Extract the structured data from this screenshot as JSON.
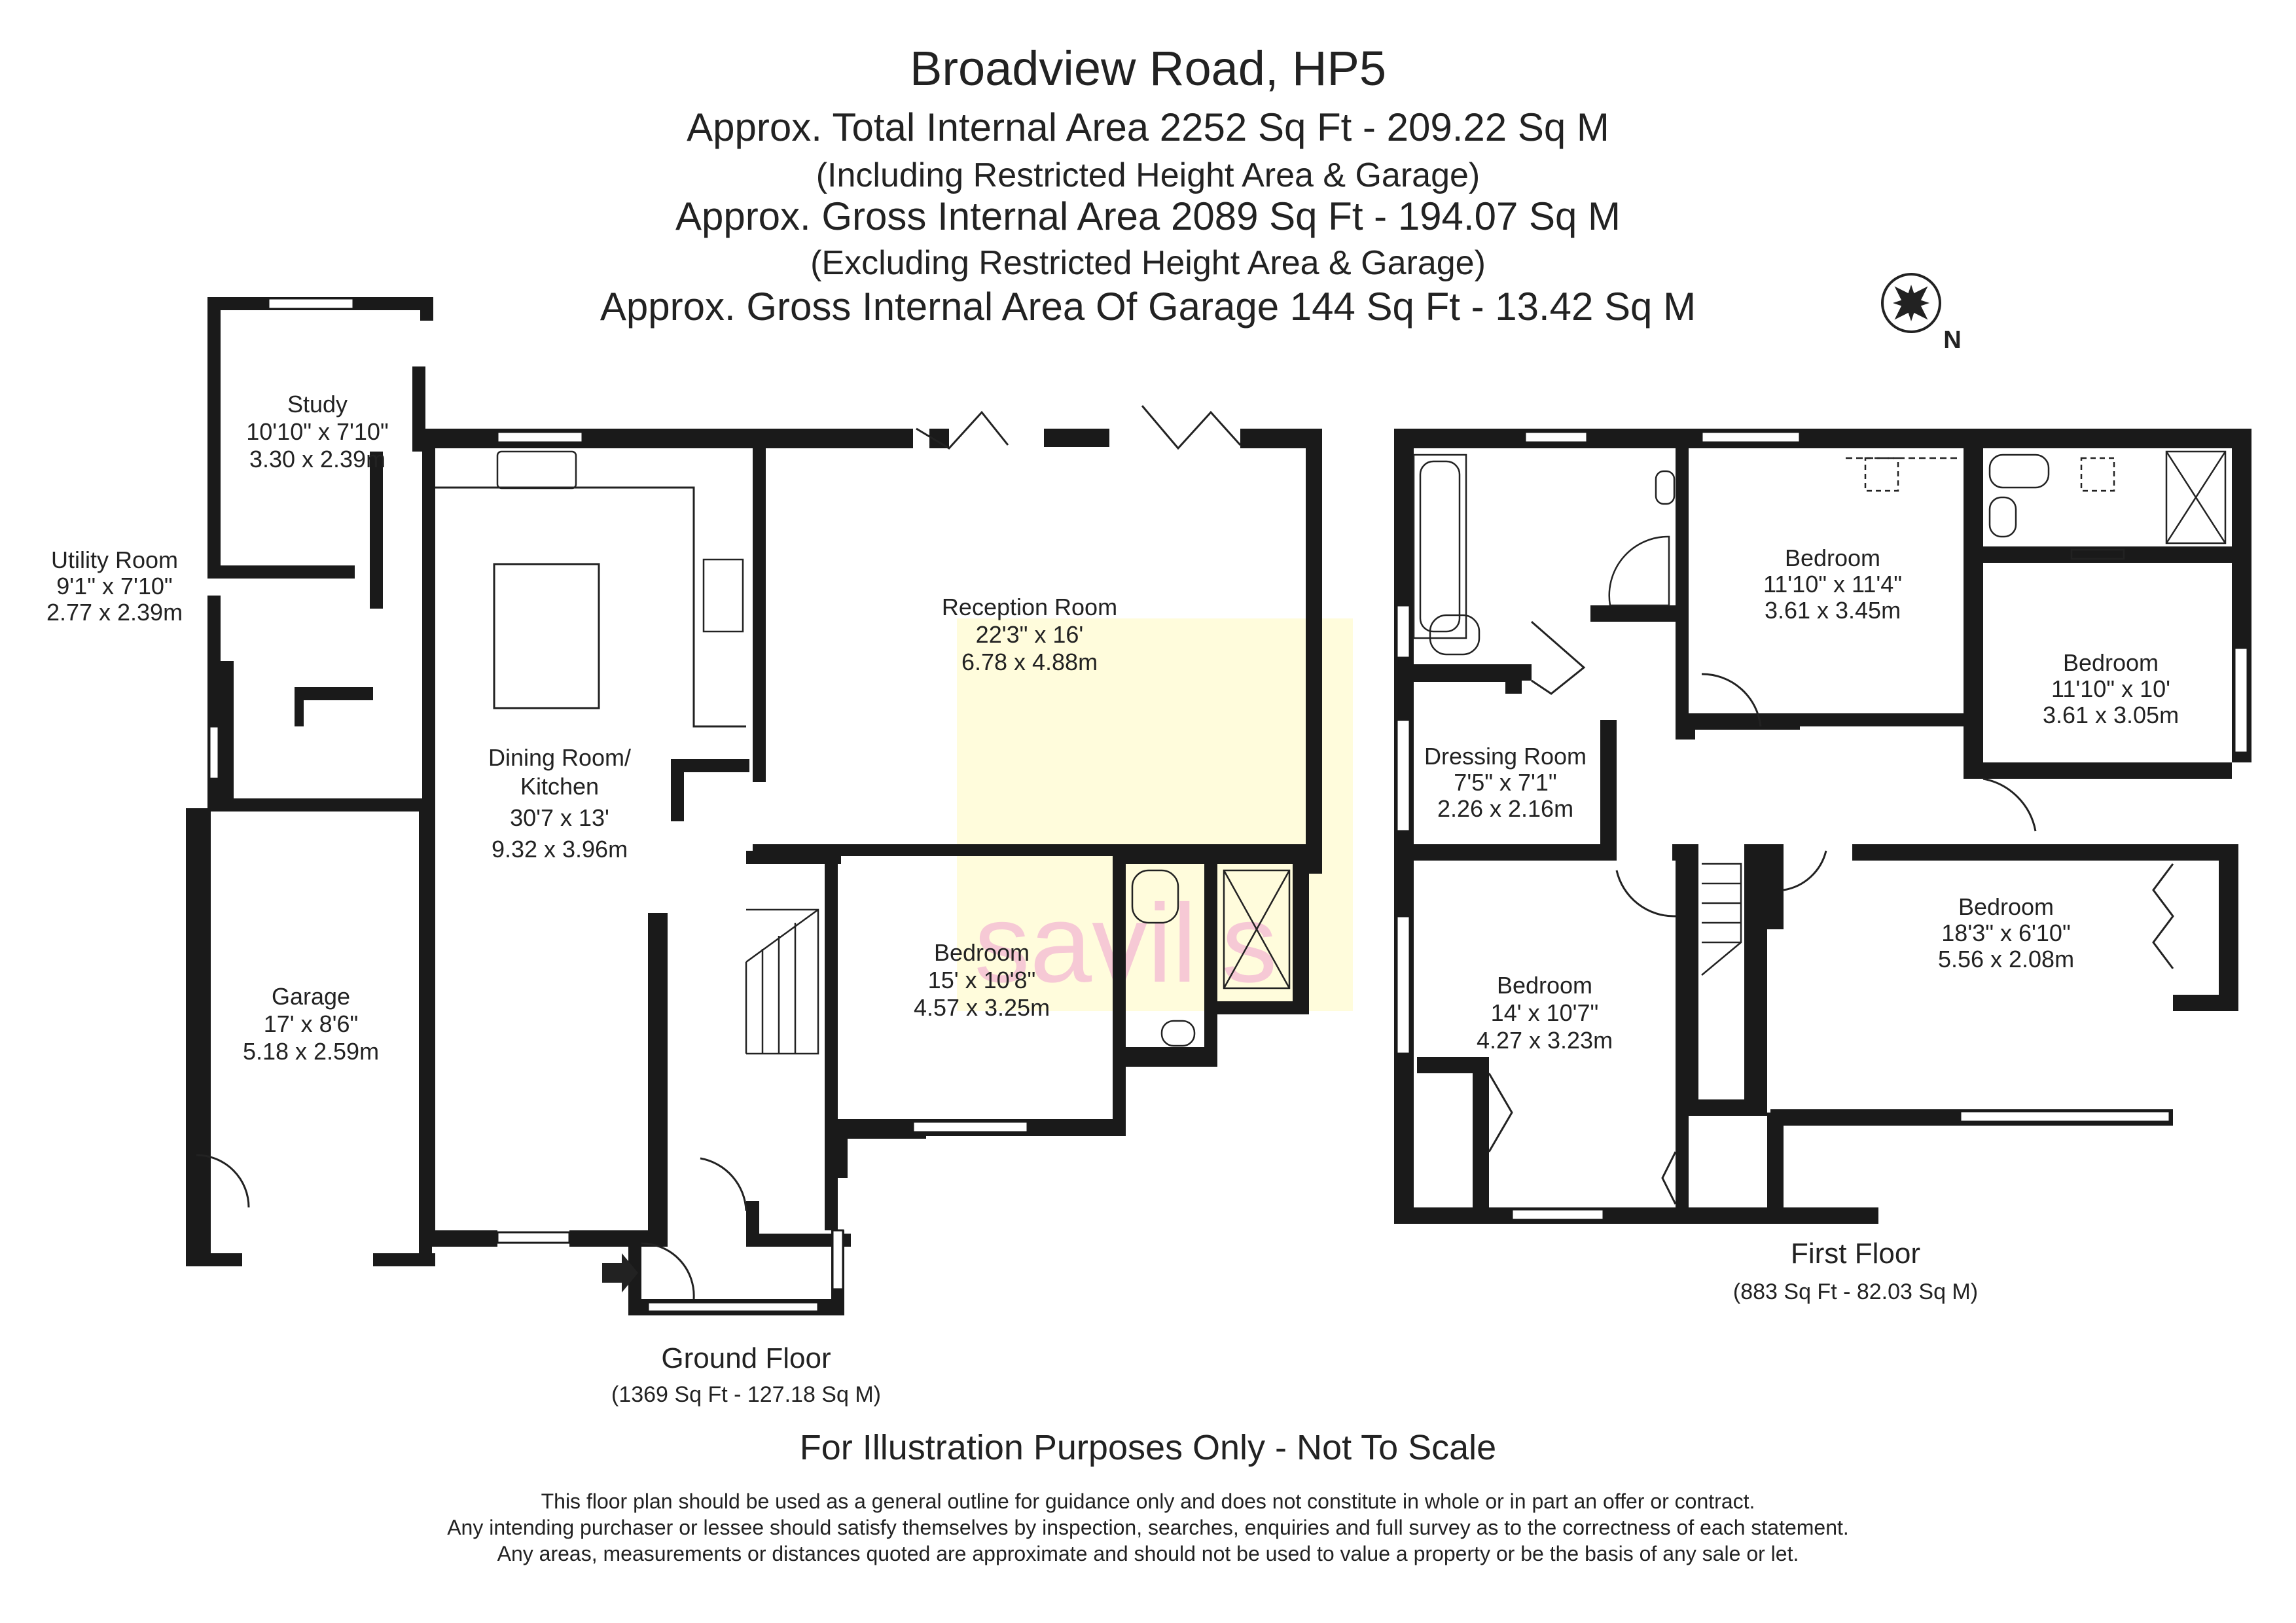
{
  "header": {
    "title": "Broadview Road, HP5",
    "line1": "Approx. Total Internal Area   2252 Sq Ft  -  209.22 Sq M",
    "line2": "(Including Restricted Height Area & Garage)",
    "line3": "Approx. Gross Internal Area   2089 Sq Ft  -  194.07 Sq M",
    "line4": "(Excluding Restricted Height Area & Garage)",
    "line5": "Approx. Gross Internal Area Of Garage   144 Sq Ft  -  13.42 Sq M"
  },
  "compass": {
    "label": "N"
  },
  "watermark": "savills",
  "ground_floor": {
    "name": "Ground Floor",
    "area": "(1369 Sq Ft  -  127.18 Sq M)",
    "rooms": {
      "study": {
        "name": "Study",
        "imperial": "10'10\" x 7'10\"",
        "metric": "3.30 x 2.39m"
      },
      "utility": {
        "name": "Utility Room",
        "imperial": "9'1\" x 7'10\"",
        "metric": "2.77 x 2.39m"
      },
      "garage": {
        "name": "Garage",
        "imperial": "17' x 8'6\"",
        "metric": "5.18 x 2.59m"
      },
      "dining": {
        "name1": "Dining Room/",
        "name2": "Kitchen",
        "imperial": "30'7 x 13'",
        "metric": "9.32 x 3.96m"
      },
      "reception": {
        "name": "Reception Room",
        "imperial": "22'3\" x 16'",
        "metric": "6.78 x 4.88m"
      },
      "bedroom": {
        "name": "Bedroom",
        "imperial": "15' x 10'8\"",
        "metric": "4.57 x 3.25m"
      }
    }
  },
  "first_floor": {
    "name": "First Floor",
    "area": "(883 Sq Ft  -  82.03 Sq M)",
    "rooms": {
      "bed1": {
        "name": "Bedroom",
        "imperial": "11'10\" x 11'4\"",
        "metric": "3.61 x 3.45m"
      },
      "bed2": {
        "name": "Bedroom",
        "imperial": "11'10\" x 10'",
        "metric": "3.61 x 3.05m"
      },
      "dressing": {
        "name": "Dressing Room",
        "imperial": "7'5\" x 7'1\"",
        "metric": "2.26 x 2.16m"
      },
      "bed3": {
        "name": "Bedroom",
        "imperial": "18'3\" x 6'10\"",
        "metric": "5.56 x 2.08m"
      },
      "bed4": {
        "name": "Bedroom",
        "imperial": "14' x 10'7\"",
        "metric": "4.27 x 3.23m"
      }
    }
  },
  "footer": {
    "scale": "For Illustration Purposes Only - Not To Scale",
    "disclaimer1": "This floor plan should be used as a general outline for guidance only and does not constitute in whole or in part an offer or contract.",
    "disclaimer2": "Any intending purchaser or lessee should satisfy themselves by inspection, searches, enquiries and full survey as to the correctness of each statement.",
    "disclaimer3": "Any areas, measurements or distances quoted are approximate and should not be used to value a property or be the basis of any sale or let."
  }
}
